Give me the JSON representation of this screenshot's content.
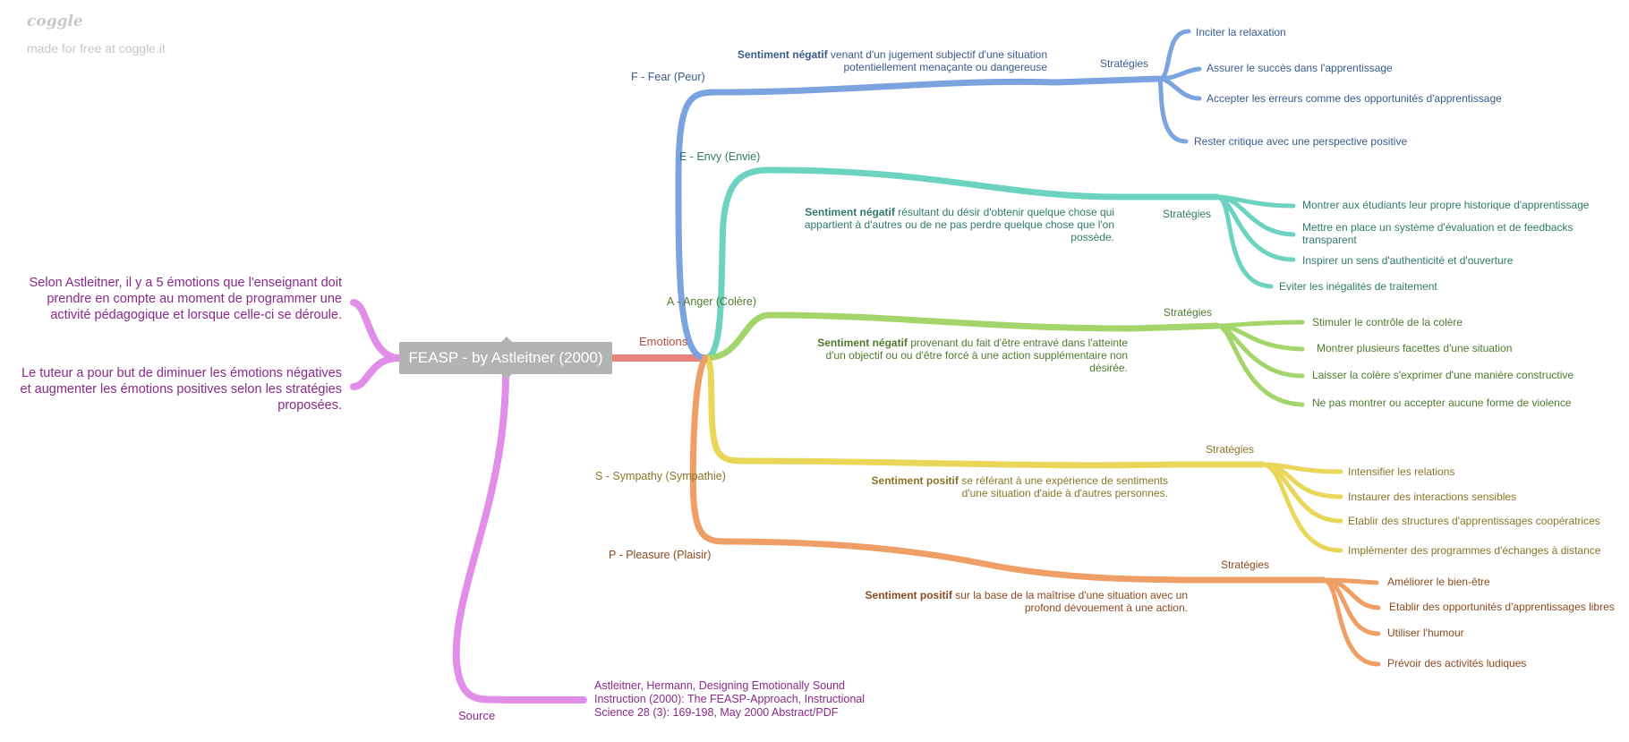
{
  "branding": {
    "logo": "coggle",
    "tagline": "made for free at coggle.it"
  },
  "central": {
    "title": "FEASP - by Astleitner (2000)"
  },
  "notes": {
    "note1": "Selon Astleitner, il y a 5 émotions que l'enseignant doit prendre en compte au moment de programmer une activité pédagogique et lorsque celle-ci se déroule.",
    "note2": "Le tuteur a pour but de diminuer les émotions négatives et augmenter les émotions positives selon les stratégies proposées."
  },
  "emotions_label": "Emotions",
  "source": {
    "label": "Source",
    "reference": "Astleitner, Hermann, Designing Emotionally Sound Instruction (2000): The FEASP-Approach, Instructional Science 28 (3): 169-198, May 2000 Abstract/PDF"
  },
  "strategies_label": "Stratégies",
  "branches": {
    "fear": {
      "name": "F - Fear (Peur)",
      "desc_bold": "Sentiment négatif",
      "desc_rest": " venant d'un jugement subjectif d'une situation potentiellement menaçante ou dangereuse",
      "strategies": [
        "Inciter la relaxation",
        "Assurer le succès dans l'apprentissage",
        "Accepter les erreurs comme des opportunités d'apprentissage",
        "Rester critique avec une perspective positive"
      ],
      "color": "#7ba3e0"
    },
    "envy": {
      "name": "E - Envy (Envie)",
      "desc_bold": "Sentiment négatif",
      "desc_rest": " résultant du désir d'obtenir quelque chose qui appartient à d'autres ou de ne pas perdre quelque chose que l'on possède.",
      "strategies": [
        "Montrer aux étudiants leur propre historique d'apprentissage",
        "Mettre en place un système d'évaluation et de feedbacks transparent",
        "Inspirer un sens d'authenticité et d'ouverture",
        "Eviter les inégalités de traitement"
      ],
      "color": "#6cd3c1"
    },
    "anger": {
      "name": "A - Anger (Colère)",
      "desc_bold": "Sentiment négatif",
      "desc_rest": " provenant du fait d'être entravé dans l'atteinte d'un objectif ou ou d'être forcé à une action supplémentaire non désirée.",
      "strategies": [
        "Stimuler le contrôle de la colère",
        "Montrer plusieurs facettes d'une situation",
        "Laisser la colère s'exprimer d'une manière constructive",
        "Ne pas montrer ou accepter aucune forme de violence"
      ],
      "color": "#a3d56a"
    },
    "sympathy": {
      "name": "S - Sympathy (Sympathie)",
      "desc_bold": "Sentiment positif",
      "desc_rest": " se référant à une expérience de sentiments d'une situation d'aide à d'autres personnes.",
      "strategies": [
        "Intensifier les relations",
        "Instaurer des interactions sensibles",
        "Etablir des structures d'apprentissages coopératrices",
        "Implémenter des programmes d'échanges à distance"
      ],
      "color": "#ead75a"
    },
    "pleasure": {
      "name": "P - Pleasure (Plaisir)",
      "desc_bold": "Sentiment positif",
      "desc_rest": " sur la base de la maîtrise d'une situation avec un profond dévouement à une action.",
      "strategies": [
        "Améliorer le bien-être",
        "Etablir des opportunités d'apprentissages libres",
        "Utiliser l'humour",
        "Prévoir des activités ludiques"
      ],
      "color": "#ef9f66"
    }
  },
  "colors": {
    "emotions": "#e8827a",
    "notes": "#e08ee8",
    "central": "#b3b3b3"
  }
}
